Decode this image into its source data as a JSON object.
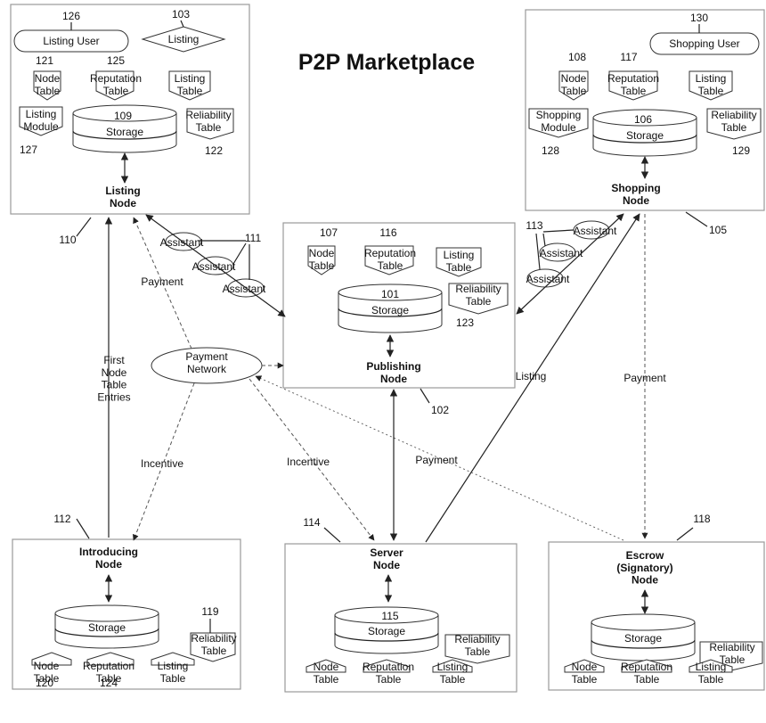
{
  "title": "P2P Marketplace",
  "nodes": {
    "listing": {
      "name": "Listing\nNode",
      "ref": "110"
    },
    "shopping": {
      "name": "Shopping\nNode",
      "ref": "105"
    },
    "publishing": {
      "name": "Publishing\nNode",
      "ref": "102"
    },
    "introducing": {
      "name": "Introducing\nNode",
      "ref": "112"
    },
    "server": {
      "name": "Server\nNode",
      "ref": "114"
    },
    "escrow": {
      "name": "Escrow\n(Signatory)\nNode",
      "ref": "118"
    }
  },
  "labels": {
    "listing_user": "Listing User",
    "listing_diamond": "Listing",
    "shopping_user": "Shopping User",
    "node_table": "Node\nTable",
    "reputation_table": "Reputation\nTable",
    "listing_table": "Listing\nTable",
    "reliability_table": "Reliability\nTable",
    "listing_module": "Listing\nModule",
    "shopping_module": "Shopping\nModule",
    "storage": "Storage",
    "assistant": "Assistant",
    "payment_network": "Payment\nNetwork",
    "first_node_table_entries": "First\nNode\nTable\nEntries"
  },
  "edge_labels": {
    "payment": "Payment",
    "incentive": "Incentive",
    "listing": "Listing"
  },
  "refs": {
    "listing_user": "126",
    "listing_diamond": "103",
    "listing_node_table": "121",
    "listing_reputation": "125",
    "listing_storage": "109",
    "listing_module": "127",
    "listing_reliability": "122",
    "shopping_user": "130",
    "shopping_node_table": "108",
    "shopping_reputation": "117",
    "shopping_storage": "106",
    "shopping_module": "128",
    "shopping_reliability": "129",
    "publishing_node_table": "107",
    "publishing_reputation": "116",
    "publishing_storage": "101",
    "publishing_reliability": "123",
    "assistants_left": "111",
    "assistants_right": "113",
    "introducing_reliability": "119",
    "introducing_node_table": "120",
    "introducing_reputation": "124",
    "server_storage": "115"
  }
}
